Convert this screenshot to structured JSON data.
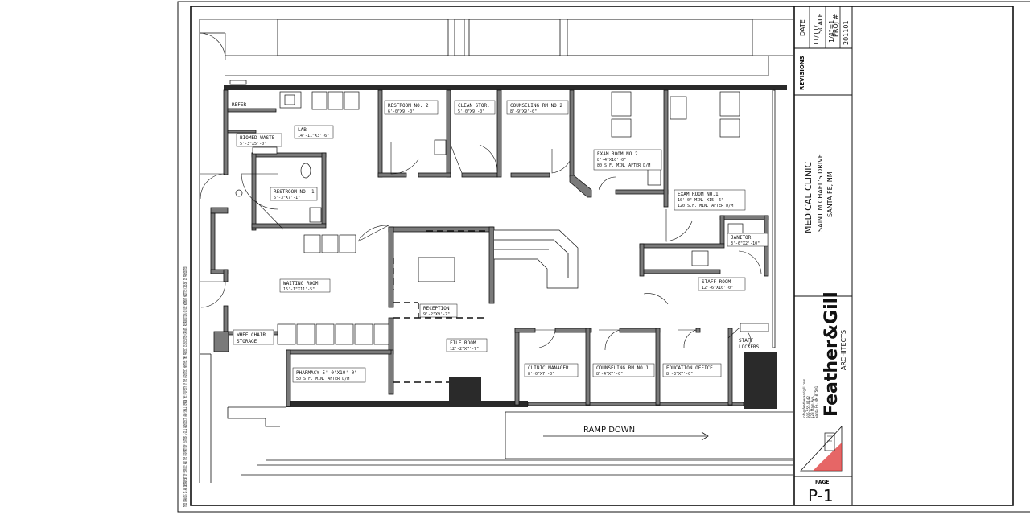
{
  "rooms": {
    "refer": "REFER",
    "biomed": "BIOMED WASTE",
    "biomed_dim": "5'-3\"X5'-0\"",
    "lab": "LAB",
    "lab_dim": "14'-11\"X3'-6\"",
    "restroom2": "RESTROOM NO. 2",
    "restroom2_dim": "6'-0\"X9'-0\"",
    "clean": "CLEAN STOR.",
    "clean_dim": "5'-0\"X9'-0\"",
    "counsel2": "COUNSELING RM NO.2",
    "counsel2_dim": "8'-9\"X9'-0\"",
    "exam2": "EXAM ROOM NO.2",
    "exam2_dim": "8'-4\"X10'-0\"",
    "exam2_area": "80 S.F. MIN. AFTER D/M",
    "exam1": "EXAM ROOM NO.1",
    "exam1_dim": "10'-0\" MIN. X15'-6\"",
    "exam1_area": "120 S.F. MIN. AFTER D/M",
    "restroom1": "RESTROOM NO. 1",
    "restroom1_dim": "6'-3\"X7'-1\"",
    "janitor": "JANITOR",
    "janitor_dim": "3'-6\"X2'-10\"",
    "waiting": "WAITING ROOM",
    "waiting_dim": "15'-1\"X11'-5\"",
    "staff_room": "STAFF ROOM",
    "staff_room_dim": "12'-6\"X10'-0\"",
    "reception": "RECEPTION",
    "reception_dim": "9'-2\"X9'-7\"",
    "wheelchair": "WHEELCHAIR",
    "wheelchair2": "STORAGE",
    "file_room": "FILE ROOM",
    "file_room_dim": "12'-2\"X7'-7\"",
    "pharmacy": "PHARMACY 5'-0\"X10'-0\"",
    "pharmacy_area": "50 S.F. MIN. AFTER D/M",
    "clinic_mgr": "CLINIC MANAGER",
    "clinic_mgr_dim": "8'-0\"X7'-0\"",
    "counsel1": "COUNSELING RM NO.1",
    "counsel1_dim": "8'-4\"X7'-0\"",
    "education": "EDUCATION OFFICE",
    "education_dim": "8'-3\"X7'-0\"",
    "staff_lockers": "STAFF",
    "staff_lockers2": "LOCKERS",
    "ramp": "RAMP  DOWN"
  },
  "title_block": {
    "date_label": "DATE",
    "date_value": "11/11/11",
    "scale_label": "SCALE",
    "scale_value": "1/4\"=1'",
    "proj_label": "PROJ #",
    "proj_value": "201101",
    "revisions": "REVISIONS",
    "project_name": "MEDICAL CLINIC",
    "address1": "SAINT MICHAEL'S DRIVE",
    "address2": "SANTA FE, NM",
    "firm": "Feather&Gill",
    "firm_sub": "ARCHITECTS",
    "firm_contact1": "info@featherandgill.com",
    "firm_contact2": "505.555.0142",
    "firm_contact3": "123 Main Ave.",
    "firm_contact4": "Santa Fe, NM 87501",
    "page_label": "PAGE",
    "page_value": "P-1"
  },
  "copyright": "THIS DRAWING IS AN INSTRUMENT OF SERVICE AND THE PROPERTY OF FEATHER & GILL ARCHITECTS AND SHALL REMAIN THE PROPERTY OF THE ARCHITECT WHETHER THE PROJECT IS EXECUTED OR NOT. REPRODUCTION OR USE WITHOUT WRITTEN CONSENT IS PROHIBITED."
}
